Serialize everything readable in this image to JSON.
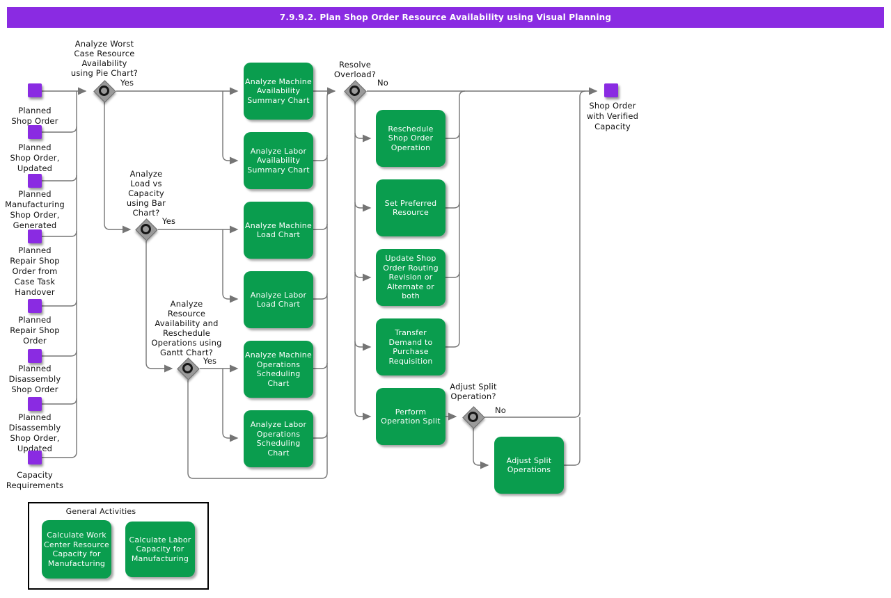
{
  "header": {
    "title": "7.9.9.2. Plan Shop Order Resource Availability using Visual Planning"
  },
  "colors": {
    "header_purple": "#8a2be2",
    "event_purple": "#8a2be2",
    "activity_green": "#0a9d4e",
    "connector_gray": "#757575"
  },
  "events": [
    {
      "label": "Planned\nShop Order"
    },
    {
      "label": "Planned\nShop Order,\nUpdated"
    },
    {
      "label": "Planned\nManufacturing\nShop Order,\nGenerated"
    },
    {
      "label": "Planned\nRepair Shop\nOrder from\nCase Task\nHandover"
    },
    {
      "label": "Planned\nRepair Shop\nOrder"
    },
    {
      "label": "Planned\nDisassembly\nShop Order"
    },
    {
      "label": "Planned\nDisassembly\nShop Order,\nUpdated"
    },
    {
      "label": "Capacity\nRequirements"
    }
  ],
  "end_event": {
    "label": "Shop Order\nwith Verified\nCapacity"
  },
  "decisions": [
    {
      "question": "Analyze Worst\nCase Resource\nAvailability\nusing Pie Chart?",
      "answer": "Yes"
    },
    {
      "question": "Analyze\nLoad vs\nCapacity\nusing Bar\nChart?",
      "answer": "Yes"
    },
    {
      "question": "Analyze\nResource\nAvailability and\nReschedule\nOperations using\nGantt Chart?",
      "answer": "Yes"
    },
    {
      "question": "Resolve\nOverload?",
      "answer": "No"
    },
    {
      "question": "Adjust Split\nOperation?",
      "answer": "No"
    }
  ],
  "activities": [
    {
      "label": "Analyze Machine\nAvailability\nSummary Chart"
    },
    {
      "label": "Analyze Labor\nAvailability\nSummary Chart"
    },
    {
      "label": "Analyze Machine\nLoad Chart"
    },
    {
      "label": "Analyze Labor\nLoad Chart"
    },
    {
      "label": "Analyze Machine\nOperations\nScheduling\nChart"
    },
    {
      "label": "Analyze Labor\nOperations\nScheduling\nChart"
    },
    {
      "label": "Reschedule\nShop Order\nOperation"
    },
    {
      "label": "Set Preferred\nResource"
    },
    {
      "label": "Update Shop\nOrder Routing\nRevision or\nAlternate or\nboth"
    },
    {
      "label": "Transfer\nDemand to\nPurchase\nRequisition"
    },
    {
      "label": "Perform\nOperation Split"
    },
    {
      "label": "Adjust Split\nOperations"
    }
  ],
  "general": {
    "title": "General Activities",
    "activities": [
      {
        "label": "Calculate Work\nCenter Resource\nCapacity for\nManufacturing"
      },
      {
        "label": "Calculate Labor\nCapacity for\nManufacturing"
      }
    ]
  }
}
